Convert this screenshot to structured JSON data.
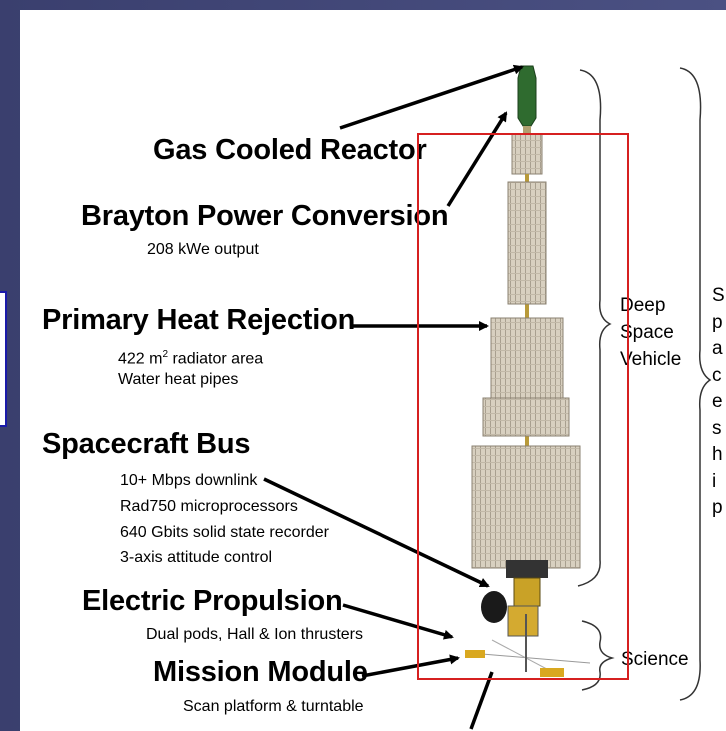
{
  "components": [
    {
      "title": "Gas Cooled Reactor",
      "details": []
    },
    {
      "title": "Brayton Power Conversion",
      "details": [
        "208 kWe output"
      ]
    },
    {
      "title": "Primary Heat Rejection",
      "details": [
        "422 m",
        "2",
        " radiator area",
        "Water heat pipes"
      ]
    },
    {
      "title": "Spacecraft Bus",
      "details": [
        "10+ Mbps downlink",
        "Rad750 microprocessors",
        "640 Gbits solid state recorder",
        "3-axis attitude control"
      ]
    },
    {
      "title": "Electric Propulsion",
      "details": [
        "Dual pods, Hall & Ion thrusters"
      ]
    },
    {
      "title": "Mission Module",
      "details": [
        "Scan platform & turntable"
      ]
    }
  ],
  "brackets": {
    "deep_space": [
      "Deep",
      "Space",
      "Vehicle"
    ],
    "science": "Science"
  },
  "right_letters": [
    "S",
    "p",
    "a",
    "c",
    "e",
    "s",
    "h",
    "i",
    "p"
  ]
}
